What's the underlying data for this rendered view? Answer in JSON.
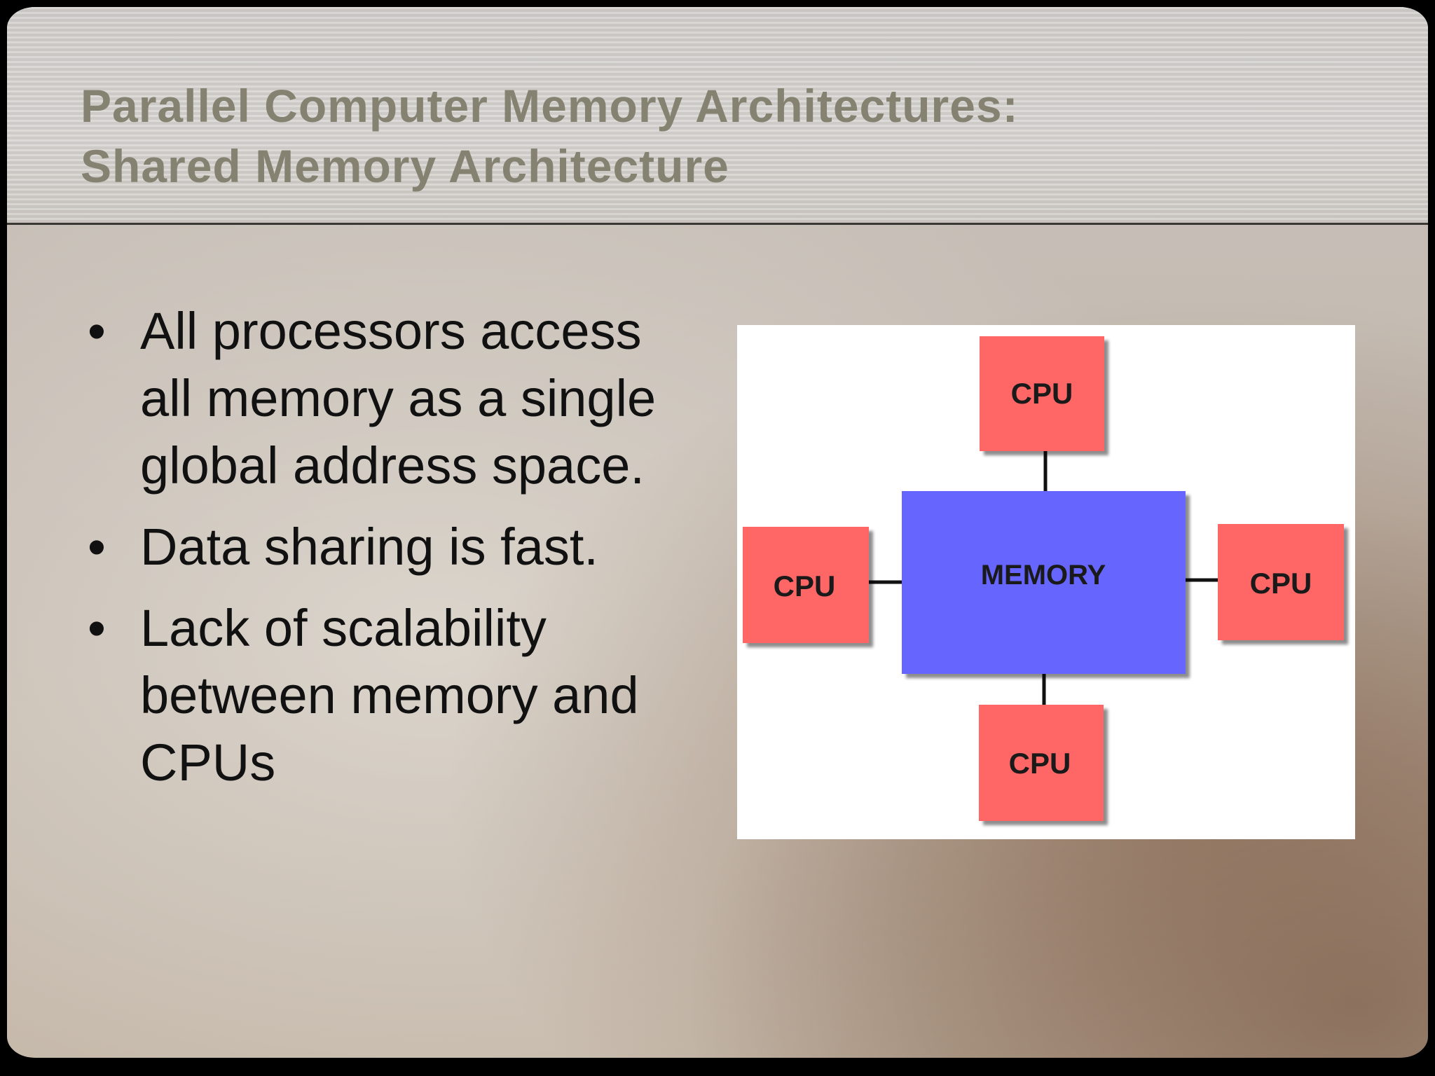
{
  "slide": {
    "title_lines": [
      "Parallel Computer Memory Architectures:",
      "Shared Memory Architecture"
    ],
    "bullets": [
      "All processors access all memory as a single global address space.",
      "Data sharing is fast.",
      "Lack of scalability between memory and CPUs"
    ],
    "bullet_glyph": "•"
  },
  "diagram": {
    "center_label": "MEMORY",
    "cpu_labels": [
      "CPU",
      "CPU",
      "CPU",
      "CPU"
    ],
    "colors": {
      "cpu_fill": "#ff6666",
      "memory_fill": "#6666ff",
      "connector": "#111111",
      "background": "#ffffff"
    }
  }
}
